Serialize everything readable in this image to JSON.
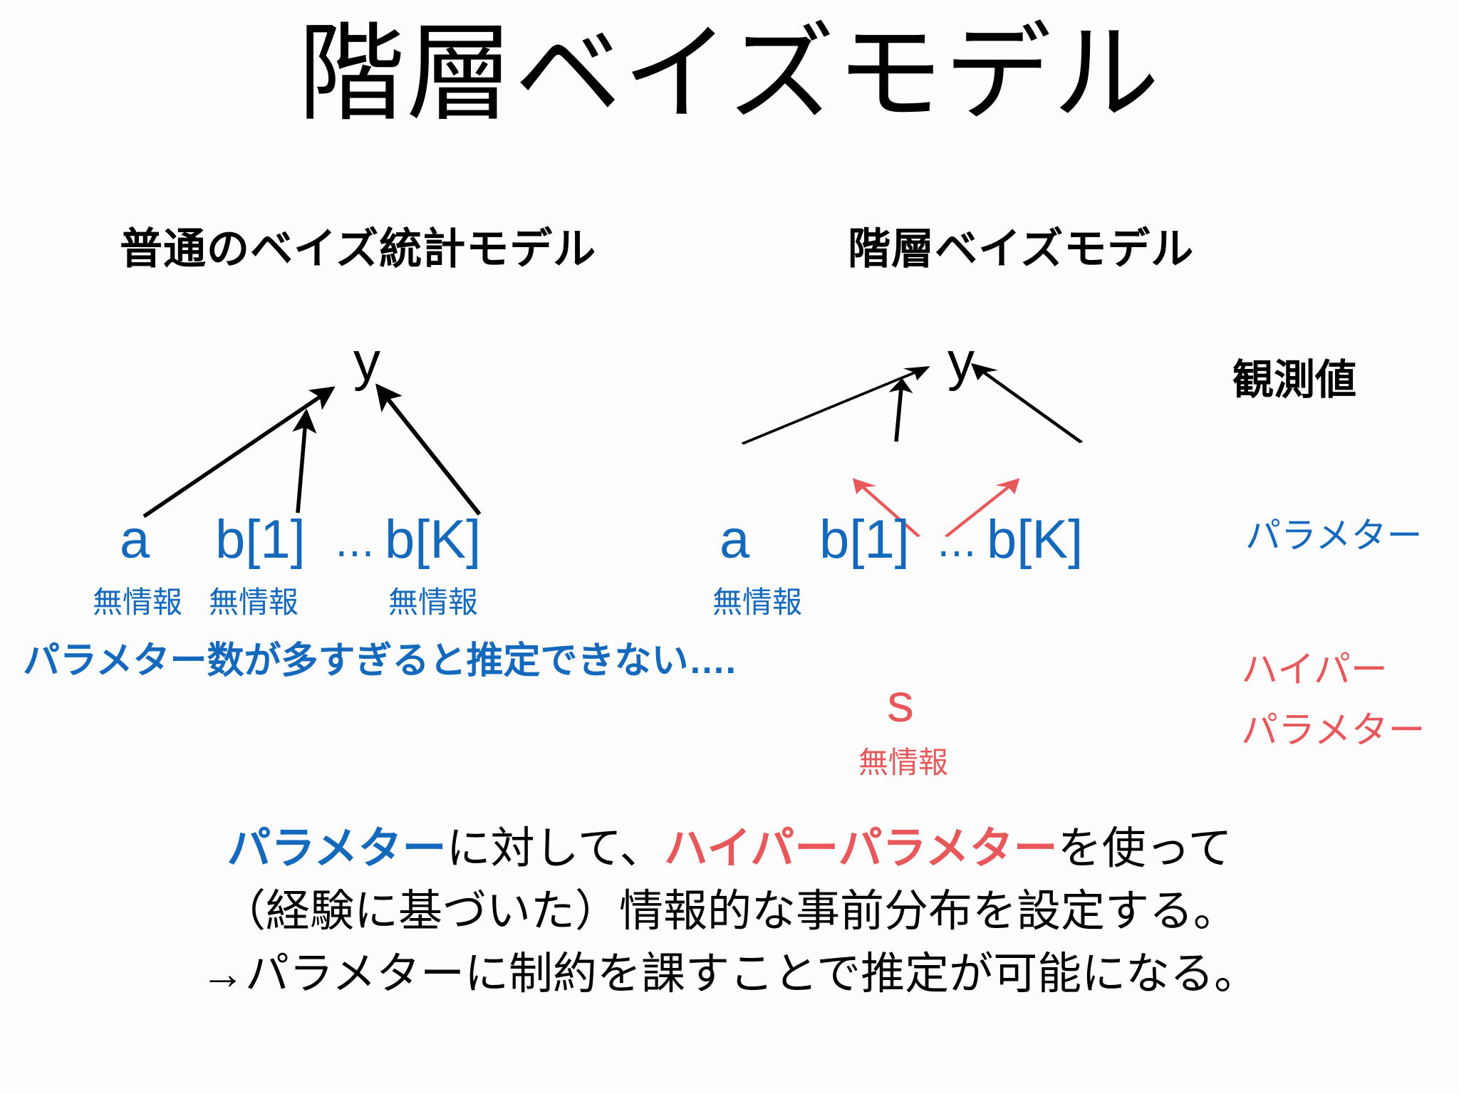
{
  "slide": {
    "title": "階層ベイズモデル",
    "background_color": "#fdfdfd",
    "accent_blue": "#1569bd",
    "accent_red": "#e8585a"
  },
  "panels": {
    "left": {
      "header": "普通のベイズ統計モデル",
      "nodes": {
        "observed": "y",
        "a": "a",
        "a_prior": "無情報",
        "b1": "b[1]",
        "b1_prior": "無情報",
        "ellipsis": "⋯",
        "bk": "b[K]",
        "bk_prior": "無情報"
      },
      "note": "パラメター数が多すぎると推定できない…."
    },
    "right": {
      "header": "階層ベイズモデル",
      "nodes": {
        "observed": "y",
        "a": "a",
        "a_prior": "無情報",
        "b1": "b[1]",
        "ellipsis": "⋯",
        "bk": "b[K]",
        "s": "s",
        "s_prior": "無情報"
      }
    }
  },
  "annotations": {
    "observed_label": "観測値",
    "parameter_label": "パラメター",
    "hyper_label_line1": "ハイパー",
    "hyper_label_line2": "パラメター"
  },
  "conclusion": {
    "line1_part1": "パラメター",
    "line1_part2": "に対して、",
    "line1_part3": "ハイパーパラメター",
    "line1_part4": "を使って",
    "line2": "（経験に基づいた）情報的な事前分布を設定する。",
    "line3": "→パラメターに制約を課すことで推定が可能になる。"
  }
}
